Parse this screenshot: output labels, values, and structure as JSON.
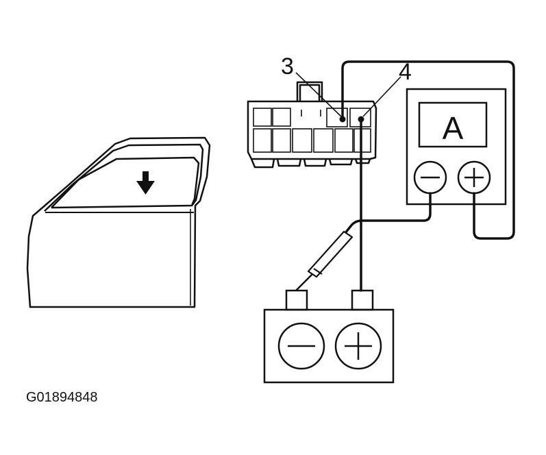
{
  "figure_code": "G01894848",
  "connector": {
    "terminal_labels": [
      "3",
      "4"
    ]
  },
  "ammeter": {
    "label": "A",
    "minus_terminal": "−",
    "plus_terminal": "+"
  },
  "battery": {
    "minus_terminal": "−",
    "plus_terminal": "+"
  },
  "door": {
    "arrow": "down-arrow-icon"
  },
  "colors": {
    "ink": "#111111",
    "paper": "#ffffff"
  }
}
